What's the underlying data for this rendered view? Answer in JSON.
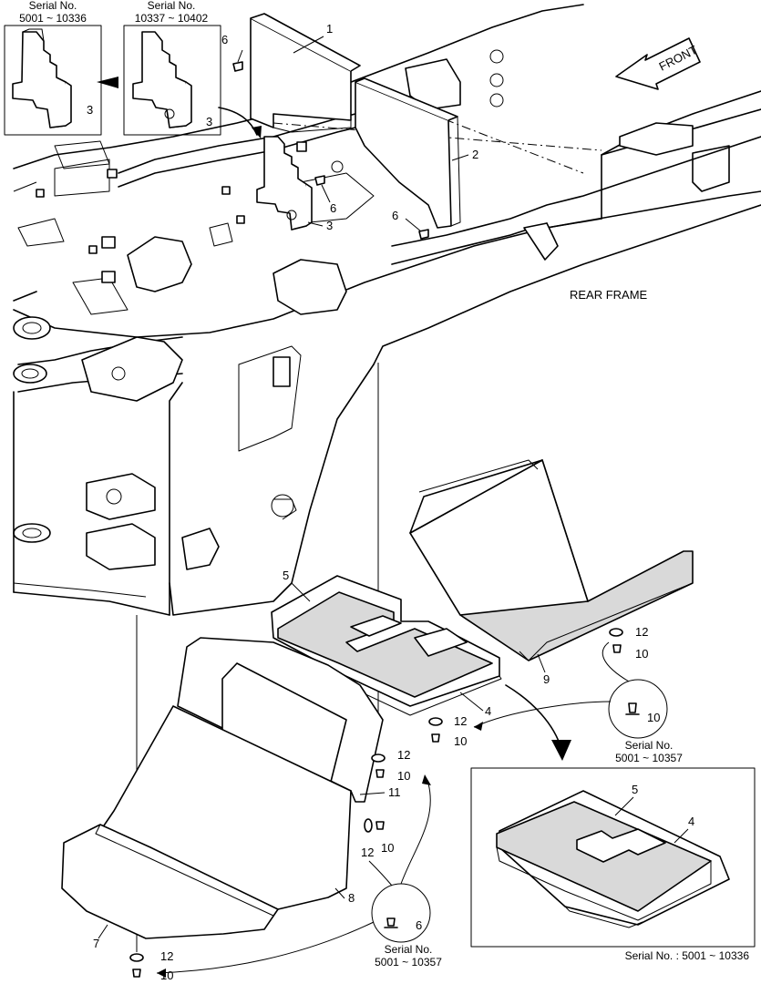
{
  "serial_top_left": {
    "line1": "Serial No.",
    "line2": "5001 ~ 10336"
  },
  "serial_top_right": {
    "line1": "Serial No.",
    "line2": "10337 ~ 10402"
  },
  "front_label": "FRONT",
  "rear_frame_label": "REAR FRAME",
  "serial_bolt_right": {
    "line1": "Serial No.",
    "line2": "5001 ~ 10357"
  },
  "serial_bolt_left": {
    "line1": "Serial No.",
    "line2": "5001 ~ 10357"
  },
  "inset_serial": "Serial No. : 5001 ~ 10336",
  "callouts": {
    "c1": "1",
    "c2": "2",
    "c3a": "3",
    "c3b": "3",
    "c3c": "3",
    "c4": "4",
    "c5": "5",
    "c6a": "6",
    "c6b": "6",
    "c6c": "6",
    "c6d": "6",
    "c7": "7",
    "c8": "8",
    "c9": "9",
    "c10a": "10",
    "c10b": "10",
    "c10c": "10",
    "c10d": "10",
    "c10e": "10",
    "c10f": "10",
    "c11": "11",
    "c12a": "12",
    "c12b": "12",
    "c12c": "12",
    "c12d": "12",
    "c12e": "12",
    "c4i": "4",
    "c5i": "5"
  }
}
